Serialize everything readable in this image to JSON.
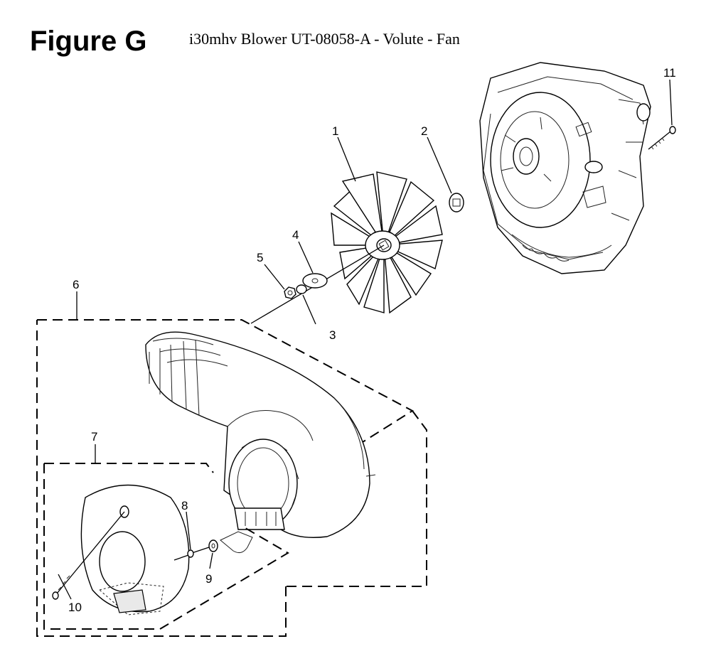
{
  "figure": {
    "label": "Figure G",
    "title": "i30mhv Blower UT-08058-A - Volute - Fan"
  },
  "callouts": [
    {
      "id": "1",
      "text": "1"
    },
    {
      "id": "2",
      "text": "2"
    },
    {
      "id": "3",
      "text": "3"
    },
    {
      "id": "4",
      "text": "4"
    },
    {
      "id": "5",
      "text": "5"
    },
    {
      "id": "6",
      "text": "6"
    },
    {
      "id": "7",
      "text": "7"
    },
    {
      "id": "8",
      "text": "8"
    },
    {
      "id": "9",
      "text": "9"
    },
    {
      "id": "10",
      "text": "10"
    },
    {
      "id": "11",
      "text": "11"
    }
  ]
}
